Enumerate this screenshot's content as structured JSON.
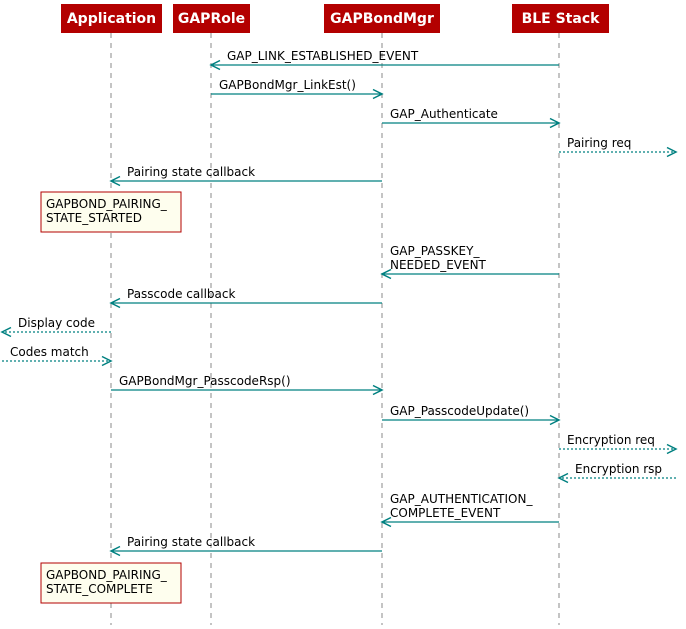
{
  "colors": {
    "participant_fill": "#b30000",
    "participant_text": "#ffffff",
    "arrow": "#008080",
    "lifeline": "#8a8a8a",
    "note_fill": "#fefeee",
    "note_border": "#b30000"
  },
  "participants": [
    {
      "id": "app",
      "label": "Application"
    },
    {
      "id": "role",
      "label": "GAPRole"
    },
    {
      "id": "bond",
      "label": "GAPBondMgr"
    },
    {
      "id": "ble",
      "label": "BLE Stack"
    }
  ],
  "messages": [
    {
      "from": "ble",
      "to": "role",
      "lines": [
        "GAP_LINK_ESTABLISHED_EVENT"
      ],
      "style": "solid"
    },
    {
      "from": "role",
      "to": "bond",
      "lines": [
        "GAPBondMgr_LinkEst()"
      ],
      "style": "solid"
    },
    {
      "from": "bond",
      "to": "ble",
      "lines": [
        "GAP_Authenticate"
      ],
      "style": "solid"
    },
    {
      "from": "ble",
      "to": "out-right",
      "lines": [
        "Pairing req"
      ],
      "style": "dashed"
    },
    {
      "from": "bond",
      "to": "app",
      "lines": [
        "Pairing state callback"
      ],
      "style": "solid"
    },
    {
      "from": "ble",
      "to": "bond",
      "lines": [
        "GAP_PASSKEY_",
        "NEEDED_EVENT"
      ],
      "style": "solid"
    },
    {
      "from": "bond",
      "to": "app",
      "lines": [
        "Passcode callback"
      ],
      "style": "solid"
    },
    {
      "from": "app",
      "to": "out-left",
      "lines": [
        "Display code"
      ],
      "style": "dashed"
    },
    {
      "from": "out-left",
      "to": "app",
      "lines": [
        "Codes match"
      ],
      "style": "dashed"
    },
    {
      "from": "app",
      "to": "bond",
      "lines": [
        "GAPBondMgr_PasscodeRsp()"
      ],
      "style": "solid"
    },
    {
      "from": "bond",
      "to": "ble",
      "lines": [
        "GAP_PasscodeUpdate()"
      ],
      "style": "solid"
    },
    {
      "from": "ble",
      "to": "out-right",
      "lines": [
        "Encryption req"
      ],
      "style": "dashed"
    },
    {
      "from": "out-right",
      "to": "ble",
      "lines": [
        "Encryption rsp"
      ],
      "style": "dashed"
    },
    {
      "from": "ble",
      "to": "bond",
      "lines": [
        "GAP_AUTHENTICATION_",
        "COMPLETE_EVENT"
      ],
      "style": "solid"
    },
    {
      "from": "bond",
      "to": "app",
      "lines": [
        "Pairing state callback"
      ],
      "style": "solid"
    }
  ],
  "notes": [
    {
      "over": "app",
      "lines": [
        "GAPBOND_PAIRING_",
        "STATE_STARTED"
      ]
    },
    {
      "over": "app",
      "lines": [
        "GAPBOND_PAIRING_",
        "STATE_COMPLETE"
      ]
    }
  ]
}
